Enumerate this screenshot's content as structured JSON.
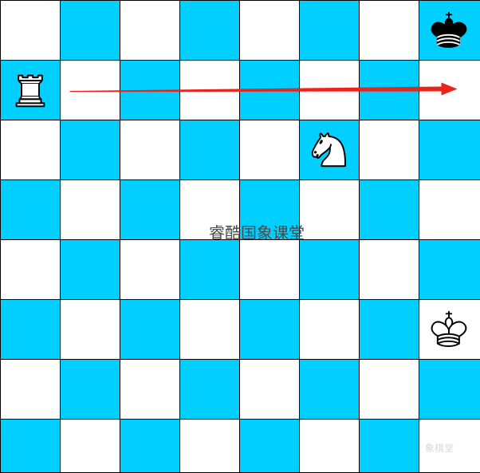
{
  "board": {
    "light_color": "#ffffff",
    "dark_color": "#00cfff",
    "line_color": "#000000"
  },
  "pieces": [
    {
      "id": "black-king",
      "file": "h",
      "rank": 8,
      "color": "black",
      "type": "king",
      "icon": "black-king-icon"
    },
    {
      "id": "white-rook",
      "file": "a",
      "rank": 7,
      "color": "white",
      "type": "rook",
      "icon": "white-rook-icon"
    },
    {
      "id": "white-knight",
      "file": "f",
      "rank": 6,
      "color": "white",
      "type": "knight",
      "icon": "white-knight-icon"
    },
    {
      "id": "white-king",
      "file": "h",
      "rank": 3,
      "color": "white",
      "type": "king",
      "icon": "white-king-icon"
    }
  ],
  "move_arrow": {
    "from": "a7",
    "to": "h7",
    "color": "#e8241c"
  },
  "watermark": "睿酷国象课堂",
  "corner_mark": "象棋堂"
}
